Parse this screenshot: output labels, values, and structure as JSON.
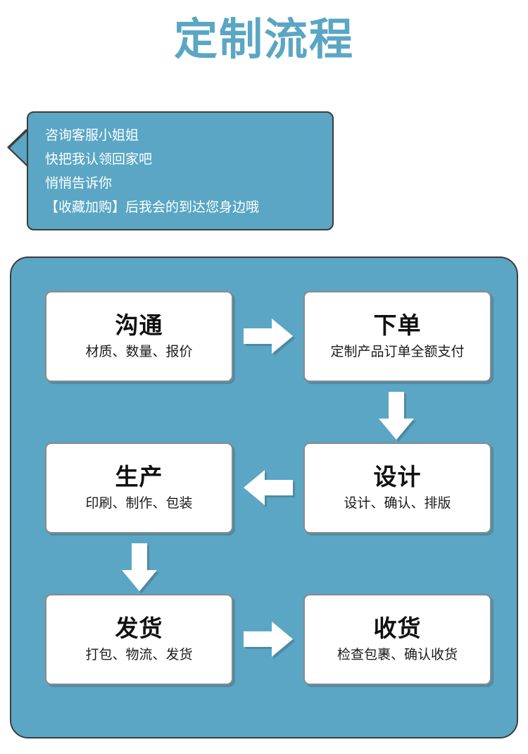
{
  "title": "定制流程",
  "theme": {
    "accent_blue": "#5AA6C4",
    "card_bg": "#FFFFFF",
    "card_border": "#8A8A8A",
    "panel_border": "#3D3D3D",
    "bubble_text": "#FFFFFF"
  },
  "speech_bubble": {
    "lines": [
      "咨询客服小姐姐",
      "快把我认领回家吧",
      "悄悄告诉你",
      "【收藏加购】后我会的到达您身边哦"
    ]
  },
  "flow": {
    "steps": [
      {
        "title": "沟通",
        "desc": "材质、数量、报价"
      },
      {
        "title": "下单",
        "desc": "定制产品订单全额支付"
      },
      {
        "title": "生产",
        "desc": "印刷、制作、包装"
      },
      {
        "title": "设计",
        "desc": "设计、确认、排版"
      },
      {
        "title": "发货",
        "desc": "打包、物流、发货"
      },
      {
        "title": "收货",
        "desc": "检查包裹、确认收货"
      }
    ],
    "arrows": [
      {
        "name": "arrow-right-icon",
        "direction": "right",
        "from": "沟通",
        "to": "下单"
      },
      {
        "name": "arrow-down-icon",
        "direction": "down",
        "from": "下单",
        "to": "设计"
      },
      {
        "name": "arrow-left-icon",
        "direction": "left",
        "from": "设计",
        "to": "生产"
      },
      {
        "name": "arrow-down-icon",
        "direction": "down",
        "from": "生产",
        "to": "发货"
      },
      {
        "name": "arrow-right-icon",
        "direction": "right",
        "from": "发货",
        "to": "收货"
      }
    ]
  }
}
